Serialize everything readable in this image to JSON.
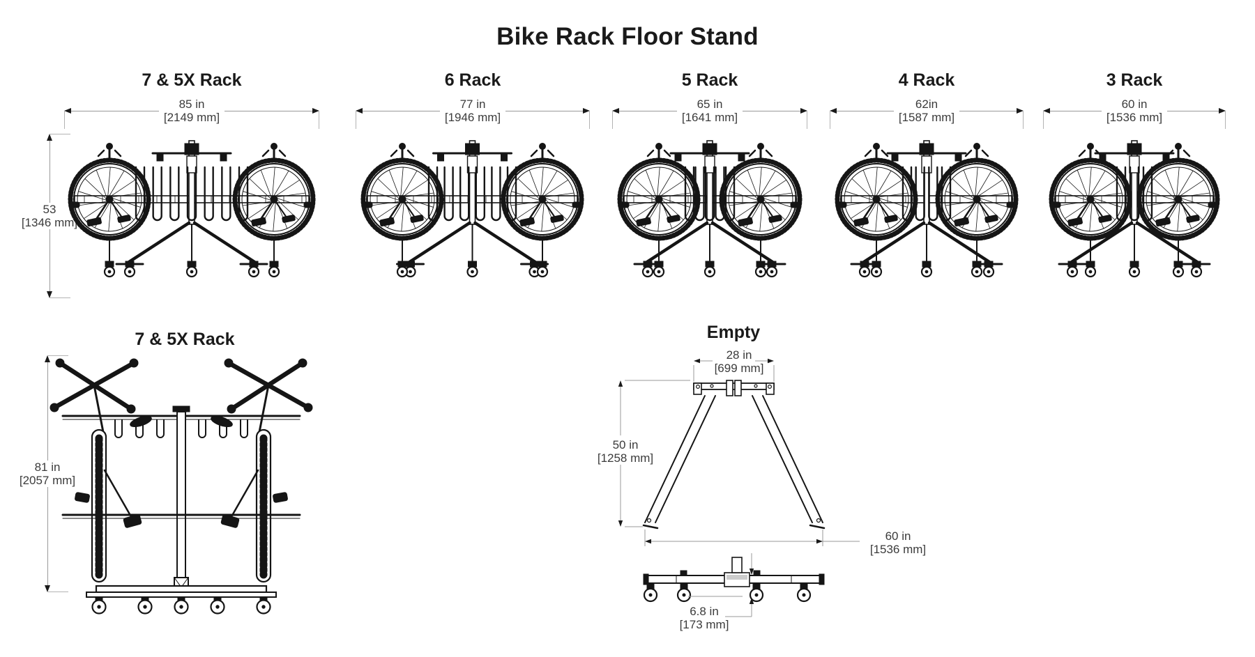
{
  "title": "Bike Rack Floor Stand",
  "racks": [
    {
      "label": "7 & 5X Rack",
      "width_in": "85 in",
      "width_mm": "[2149 mm]",
      "capacity": 7
    },
    {
      "label": "6 Rack",
      "width_in": "77 in",
      "width_mm": "[1946 mm]",
      "capacity": 6
    },
    {
      "label": "5 Rack",
      "width_in": "65 in",
      "width_mm": "[1641 mm]",
      "capacity": 5
    },
    {
      "label": "4 Rack",
      "width_in": "62in",
      "width_mm": "[1587 mm]",
      "capacity": 4
    },
    {
      "label": "3 Rack",
      "width_in": "60 in",
      "width_mm": "[1536 mm]",
      "capacity": 3
    }
  ],
  "front_height": {
    "value_in": "53",
    "value_mm": "[1346 mm]"
  },
  "side_view": {
    "label": "7 & 5X Rack",
    "height_in": "81 in",
    "height_mm": "[2057 mm]"
  },
  "empty_stand": {
    "label": "Empty",
    "top_width_in": "28 in",
    "top_width_mm": "[699 mm]",
    "height_in": "50 in",
    "height_mm": "[1258 mm]",
    "base_width_in": "60 in",
    "base_width_mm": "[1536 mm]",
    "base_height_in": "6.8 in",
    "base_height_mm": "[173 mm]"
  },
  "colors": {
    "line": "#151515",
    "dim_line": "#999999",
    "text": "#3b3b3b"
  }
}
